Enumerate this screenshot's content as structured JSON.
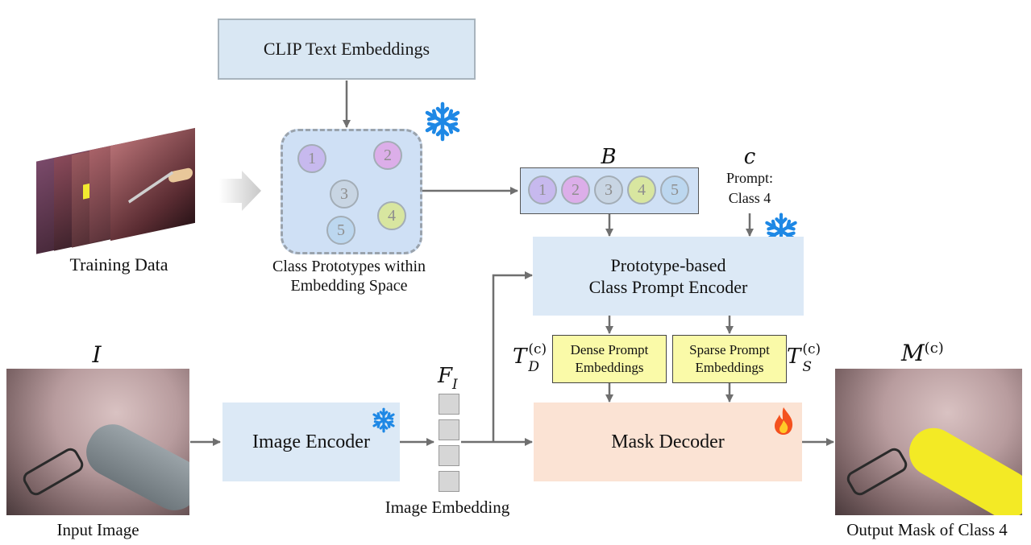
{
  "diagram": {
    "clip_box": "CLIP Text Embeddings",
    "training_data_label": "Training Data",
    "prototype_space_label_1": "Class Prototypes within",
    "prototype_space_label_2": "Embedding Space",
    "prototype_circles": [
      "1",
      "2",
      "3",
      "4",
      "5"
    ],
    "bank_symbol": "B",
    "bank_circles": [
      "1",
      "2",
      "3",
      "4",
      "5"
    ],
    "prompt_symbol": "c",
    "prompt_line_1": "Prompt:",
    "prompt_line_2": "Class 4",
    "prompt_encoder_line_1": "Prototype-based",
    "prompt_encoder_line_2": "Class Prompt Encoder",
    "dense_line_1": "Dense Prompt",
    "dense_line_2": "Embeddings",
    "sparse_line_1": "Sparse Prompt",
    "sparse_line_2": "Embeddings",
    "td_symbol": "T",
    "td_sub": "D",
    "td_sup": "(c)",
    "ts_symbol": "T",
    "ts_sub": "S",
    "ts_sup": "(c)",
    "input_symbol": "I",
    "input_label": "Input Image",
    "image_encoder": "Image Encoder",
    "fi_symbol": "F",
    "fi_sub": "I",
    "image_embedding_label": "Image Embedding",
    "mask_decoder": "Mask Decoder",
    "output_symbol": "M",
    "output_sup": "(c)",
    "output_label": "Output Mask of Class 4"
  },
  "colors": {
    "frozen_icon": "#1e88e5",
    "fire_icon": "#f4511e",
    "circle_1": "#c7b9ee",
    "circle_2": "#dcaee9",
    "circle_3": "#c8d5e3",
    "circle_4": "#d8e6a0",
    "circle_5": "#bcd7ef",
    "arrow": "#6f6f6f",
    "mask_yellow": "#f3ea25"
  },
  "icons": [
    "snowflake-icon",
    "fire-icon"
  ]
}
